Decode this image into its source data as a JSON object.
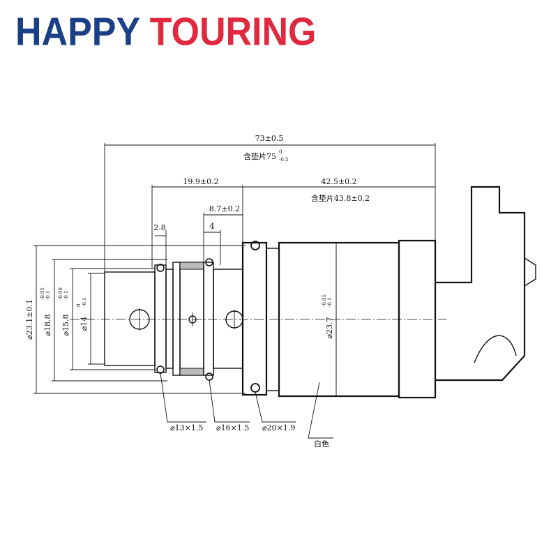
{
  "brand": {
    "word1": "HAPPY",
    "word2": "TOURING",
    "color1": "#1b3f86",
    "color2": "#e0293f"
  },
  "drawing": {
    "overall_length": "73±0.5",
    "overall_with_gasket": "含垫片75",
    "overall_tol_upper": "0",
    "overall_tol_lower": "-0.5",
    "left_length": "19.9±0.2",
    "right_length": "42.5±0.2",
    "right_with_gasket": "含垫片43.8±0.2",
    "groove_span": "8.7±0.2",
    "groove_width": "4",
    "left_step": "2.8",
    "dia_outer": "⌀23.1±0.1",
    "dia_18": "⌀18.8",
    "dia_18_tol_upper": "-0.05",
    "dia_18_tol_lower": "-0.1",
    "dia_15": "⌀15.8",
    "dia_15_tol_upper": "-0.06",
    "dia_15_tol_lower": "-0.1",
    "dia_14": "⌀14",
    "dia_14_tol_upper": "0",
    "dia_14_tol_lower": "-0.1",
    "dia_body": "⌀23.7",
    "dia_body_tol_upper": "-0.05",
    "dia_body_tol_lower": "-0.1",
    "oring_1": "⌀13×1.5",
    "oring_2": "⌀16×1.5",
    "oring_3": "⌀20×1.9",
    "color_note": "白色"
  }
}
